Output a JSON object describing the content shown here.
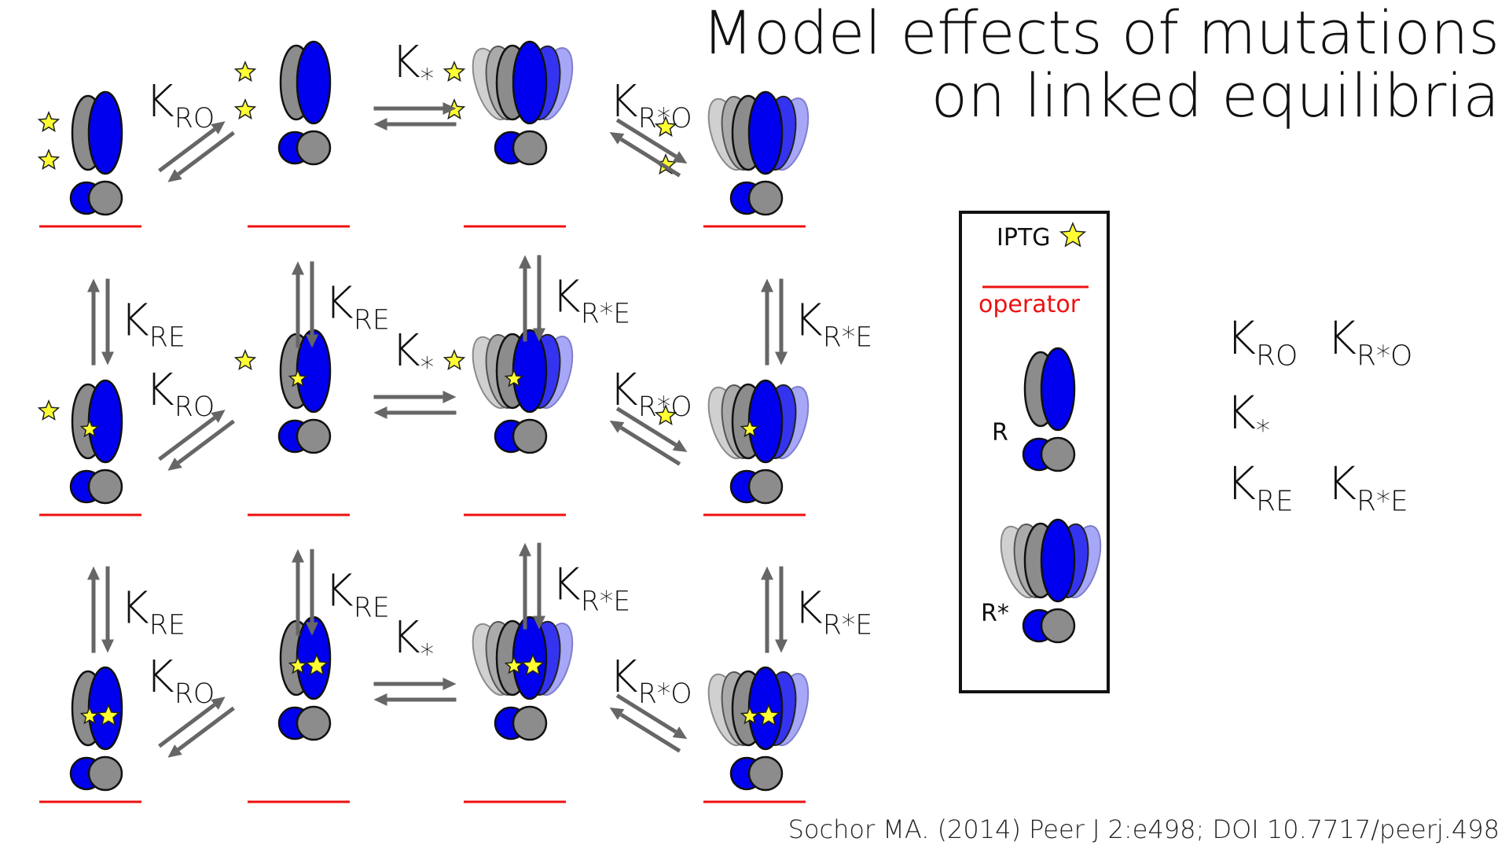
{
  "title": {
    "line1": "Model effects of mutations",
    "line2": "on linked equilibria"
  },
  "citation": "Sochor MA. (2014) Peer J 2:e498; DOI 10.7717/peerj.498",
  "constants": {
    "K_RO": {
      "main": "K",
      "sub": "RO"
    },
    "K_RsO": {
      "main": "K",
      "sub": "R*O"
    },
    "K_star": {
      "main": "K",
      "sub": "*"
    },
    "K_RE": {
      "main": "K",
      "sub": "RE"
    },
    "K_RsE": {
      "main": "K",
      "sub": "R*E"
    }
  },
  "legend": {
    "iptg_label": "IPTG",
    "operator_label": "operator",
    "r_label": "R",
    "rstar_label": "R*"
  },
  "summary": [
    [
      "K_RO",
      "K_RsO"
    ],
    [
      "K_star"
    ],
    [
      "K_RE",
      "K_RsE"
    ]
  ],
  "colors": {
    "blue": "#0000ee",
    "gray": "#8c8c8c",
    "star": "#ffff33",
    "operator": "#ee1111",
    "arrow": "#666666"
  }
}
